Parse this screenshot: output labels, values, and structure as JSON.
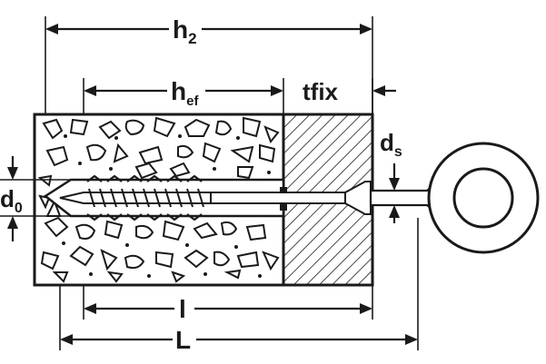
{
  "labels": {
    "h2_main": "h",
    "h2_sub": "2",
    "hef_main": "h",
    "hef_sub": "ef",
    "tfix": "tfix",
    "ds_main": "d",
    "ds_sub": "s",
    "d0_main": "d",
    "d0_sub": "0",
    "l": "l",
    "L": "L"
  },
  "colors": {
    "ink": "#1a1a1a",
    "concrete_fill": "#ffffff",
    "background": "#ffffff"
  },
  "parts": {
    "base_material": "concrete-block",
    "fixture": "hatched-fixture-plate",
    "anchor": "plug-with-eye-screw",
    "eye": "ring-eye"
  }
}
